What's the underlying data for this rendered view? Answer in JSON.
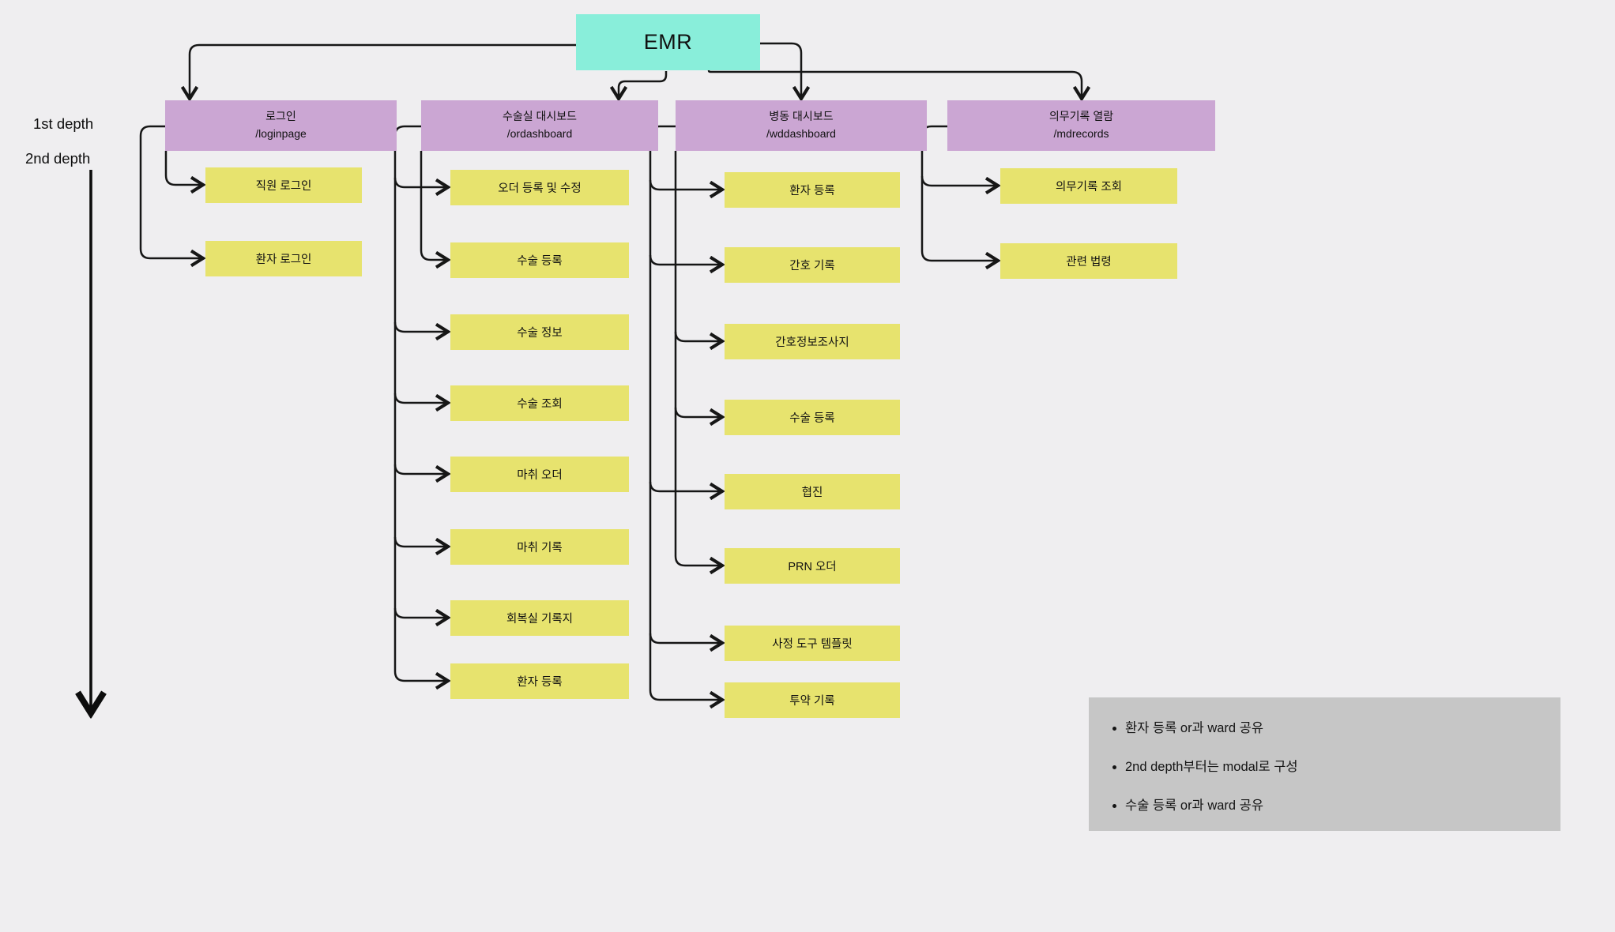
{
  "root": {
    "label": "EMR"
  },
  "legend": {
    "first_depth": "1st depth",
    "second_depth": "2nd depth"
  },
  "columns": [
    {
      "title": "로그인",
      "path": "/loginpage",
      "children": [
        "직원 로그인",
        "환자 로그인"
      ]
    },
    {
      "title": "수술실 대시보드",
      "path": "/ordashboard",
      "children": [
        "오더 등록 및 수정",
        "수술 등록",
        "수술 정보",
        "수술 조회",
        "마취 오더",
        "마취 기록",
        "회복실 기록지",
        "환자 등록"
      ]
    },
    {
      "title": "병동 대시보드",
      "path": "/wddashboard",
      "children": [
        "환자 등록",
        "간호 기록",
        "간호정보조사지",
        "수술 등록",
        "협진",
        "PRN 오더",
        "사정 도구 템플릿",
        "투약 기록"
      ]
    },
    {
      "title": "의무기록 열람",
      "path": "/mdrecords",
      "children": [
        "의무기록 조회",
        "관련 법령"
      ]
    }
  ],
  "notes": [
    "환자 등록 or과 ward 공유",
    "2nd depth부터는 modal로 구성",
    "수술 등록 or과 ward 공유"
  ],
  "colors": {
    "background": "#efeef0",
    "root_fill": "#89eeda",
    "page_fill": "#cba6d3",
    "leaf_fill": "#e7e36e",
    "notes_fill": "#c6c6c6",
    "line": "#161616"
  }
}
